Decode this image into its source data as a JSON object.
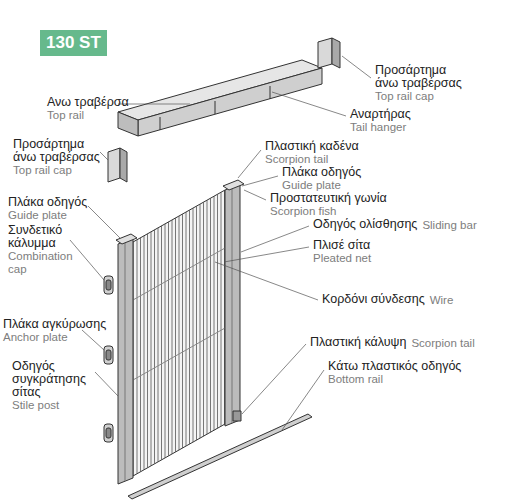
{
  "diagram": {
    "title": "130 ST",
    "labels": [
      "Προσάρτημα άνω τραβέρσας",
      "Top rail cap",
      "Ανω τραβέρσα",
      "Top rail",
      "Αναρτήρας",
      "Tail hanger",
      "Προσάρτημα άνω τραβέρσας",
      "Top rail cap",
      "Πλαστική καδένα",
      "Scorpion tail",
      "Πλάκα οδηγός",
      "Guide plate",
      "Προστατευτική γωνία",
      "Scorpion fish",
      "Πλάκα οδηγός",
      "Guide plate",
      "Οδηγός ολίσθησης",
      "Sliding bar",
      "Συνδετικό κάλυμμα",
      "Combination cap",
      "Πλισέ σίτα",
      "Pleated net",
      "Κορδόνι σύνδεσης",
      "Wire",
      "Πλάκα αγκύρωσης",
      "Anchor plate",
      "Πλαστική κάλυψη",
      "Scorpion tail",
      "Κάτω πλαστικός οδηγός",
      "Bottom rail",
      "Οδηγός συγκράτησης σίτας",
      "Stile post"
    ]
  }
}
